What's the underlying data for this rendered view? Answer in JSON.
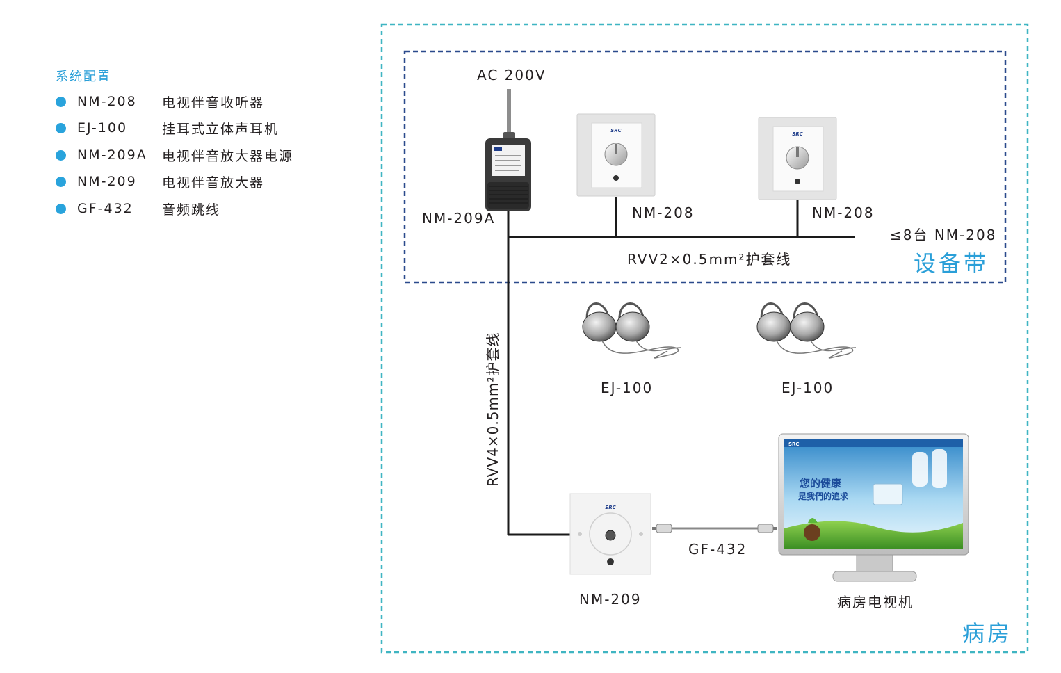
{
  "legend": {
    "title": "系统配置",
    "items": [
      {
        "code": "NM-208",
        "desc": "电视伴音收听器"
      },
      {
        "code": "EJ-100",
        "desc": "挂耳式立体声耳机"
      },
      {
        "code": "NM-209A",
        "desc": "电视伴音放大器电源"
      },
      {
        "code": "NM-209",
        "desc": "电视伴音放大器"
      },
      {
        "code": "GF-432",
        "desc": "音频跳线"
      }
    ]
  },
  "diagram": {
    "ac_label": "AC 200V",
    "psu_label": "NM-209A",
    "receiver1_label": "NM-208",
    "receiver2_label": "NM-208",
    "max_label": "≤8台 NM-208",
    "bus_cable_label": "RVV2×0.5mm²护套线",
    "equipment_zone_label": "设备带",
    "headphone1_label": "EJ-100",
    "headphone2_label": "EJ-100",
    "vertical_cable_label": "RVV4×0.5mm²护套线",
    "amplifier_label": "NM-209",
    "jumper_label": "GF-432",
    "tv_label": "病房电视机",
    "ward_zone_label": "病房",
    "brand_text": "SRC",
    "tv_screen_text1": "您的健康",
    "tv_screen_text2": "是我們的追求"
  },
  "colors": {
    "ward_border": "#3fb5c2",
    "equipment_border": "#2b4a8c",
    "accent": "#2a9fd8",
    "line": "#1a1a1a"
  }
}
